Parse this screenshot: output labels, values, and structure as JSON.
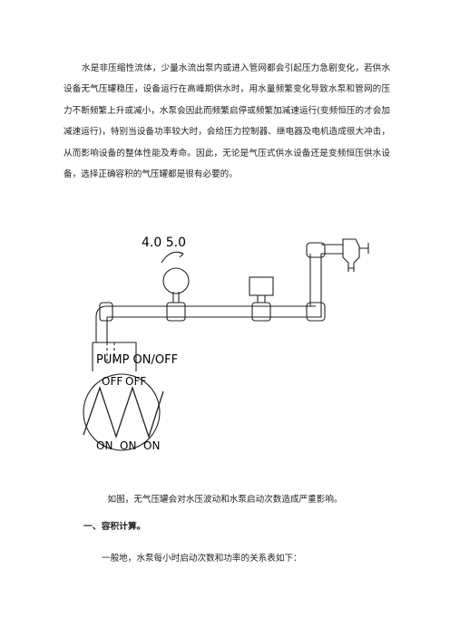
{
  "intro_paragraph": "水是非压缩性流体，少量水流出泵内或进入管网都会引起压力急剧变化，若供水设备无气压罐稳压，设备运行在高峰期供水时，用水量频繁变化导致水泵和管网的压力不断频繁上升或减小，水泵会因此而频繁启停或频繁加减速运行(变频恒压的才会加减速运行)，特别当设备功率较大时，会给压力控制器、继电器及电机造成很大冲击，从而影响设备的整体性能及寿命。因此，无论是气压式供水设备还是变频恒压供水设备，选择正确容积的气压罐都是很有必要的。",
  "figure": {
    "gauge_label": "4.0  5.0",
    "pump_label": "PUMP ON/OFF",
    "off_labels": [
      "OFF",
      "OFF"
    ],
    "on_labels": [
      "ON",
      "ON",
      "ON"
    ]
  },
  "caption": "如图，无气压罐会对水压波动和水泵启动次数造成严重影响。",
  "section_heading": "一、容积计算。",
  "section_text": "一般地，水泵每小时启动次数和功率的关系表如下："
}
